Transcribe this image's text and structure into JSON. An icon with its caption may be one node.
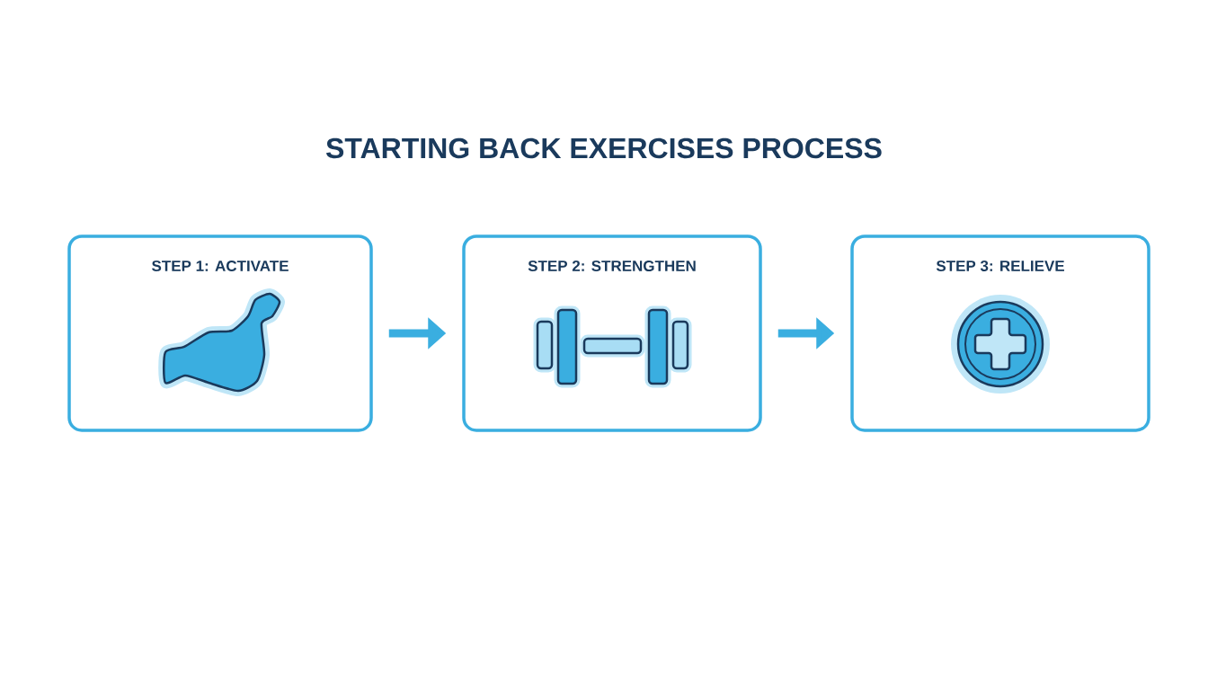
{
  "diagram": {
    "title": "STARTING BACK EXERCISES PROCESS",
    "nodes": [
      {
        "text": [
          "STEP 1: ACTIVATE"
        ]
      },
      {
        "text": [
          "STEP 2: STRENGTHEN"
        ]
      },
      {
        "text": [
          "STEP 3: RELIEVE"
        ]
      }
    ],
    "edges": [
      {
        "from": 0,
        "to": 1,
        "arrow": "to"
      },
      {
        "from": 1,
        "to": 2,
        "arrow": "to"
      }
    ]
  }
}
